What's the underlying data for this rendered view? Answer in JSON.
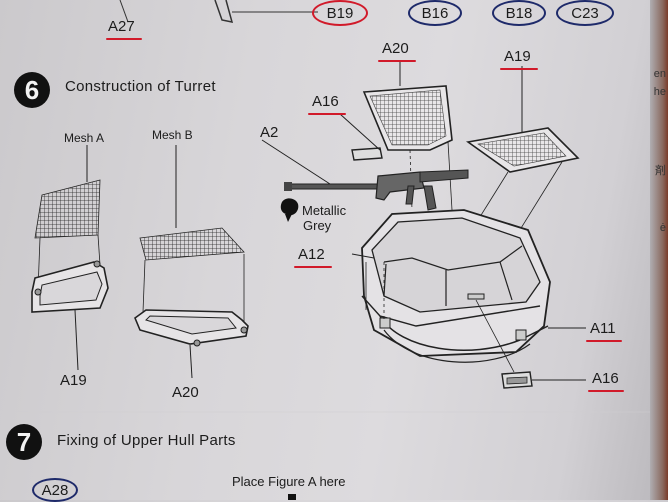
{
  "top_row": {
    "a27": "A27",
    "b19": "B19",
    "b16": "B16",
    "b18": "B18",
    "c23": "C23"
  },
  "step6": {
    "number": "6",
    "title": "Construction of Turret",
    "mesh_a": "Mesh A",
    "mesh_b": "Mesh B",
    "a19_left": "A19",
    "a20_left": "A20",
    "a20_top": "A20",
    "a19_top": "A19",
    "a16_top": "A16",
    "a2": "A2",
    "metallic": "Metallic",
    "grey": "Grey",
    "a12": "A12",
    "a11": "A11",
    "a16_bottom": "A16"
  },
  "step7": {
    "number": "7",
    "title": "Fixing of Upper Hull Parts",
    "a28": "A28",
    "place_figure": "Place Figure A here"
  },
  "right_edge": [
    "en",
    "he",
    "剤",
    "ė"
  ]
}
